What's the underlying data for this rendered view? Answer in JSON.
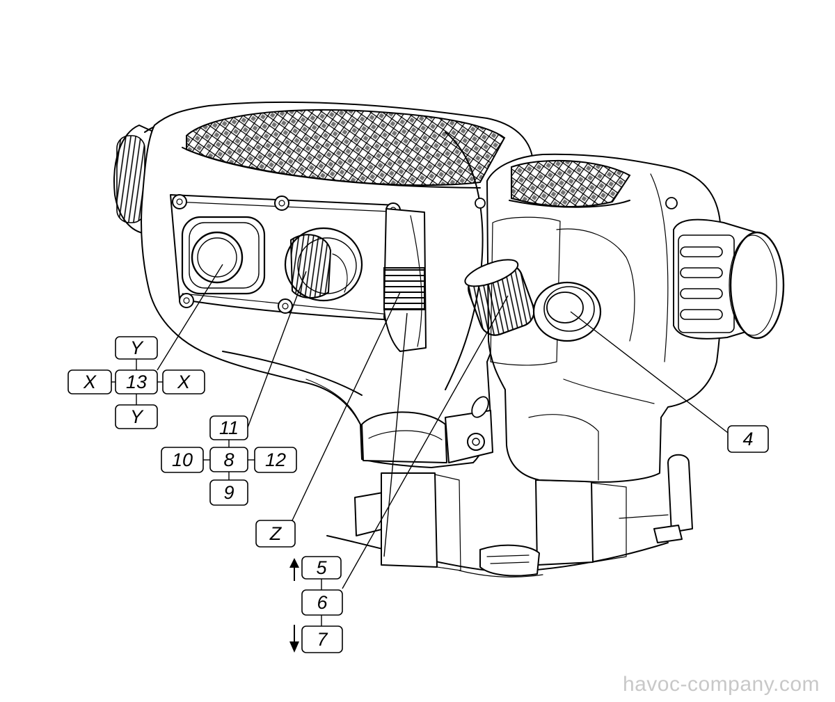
{
  "watermark": "havoc-company.com",
  "labels": {
    "y_top": "Y",
    "x_left": "X",
    "n13": "13",
    "x_right": "X",
    "y_bottom": "Y",
    "n11": "11",
    "n10": "10",
    "n8": "8",
    "n12": "12",
    "n9": "9",
    "z": "Z",
    "n5": "5",
    "n6": "6",
    "n7": "7",
    "n4": "4"
  },
  "arrows": {
    "up": "up-arrow",
    "down": "down-arrow"
  }
}
